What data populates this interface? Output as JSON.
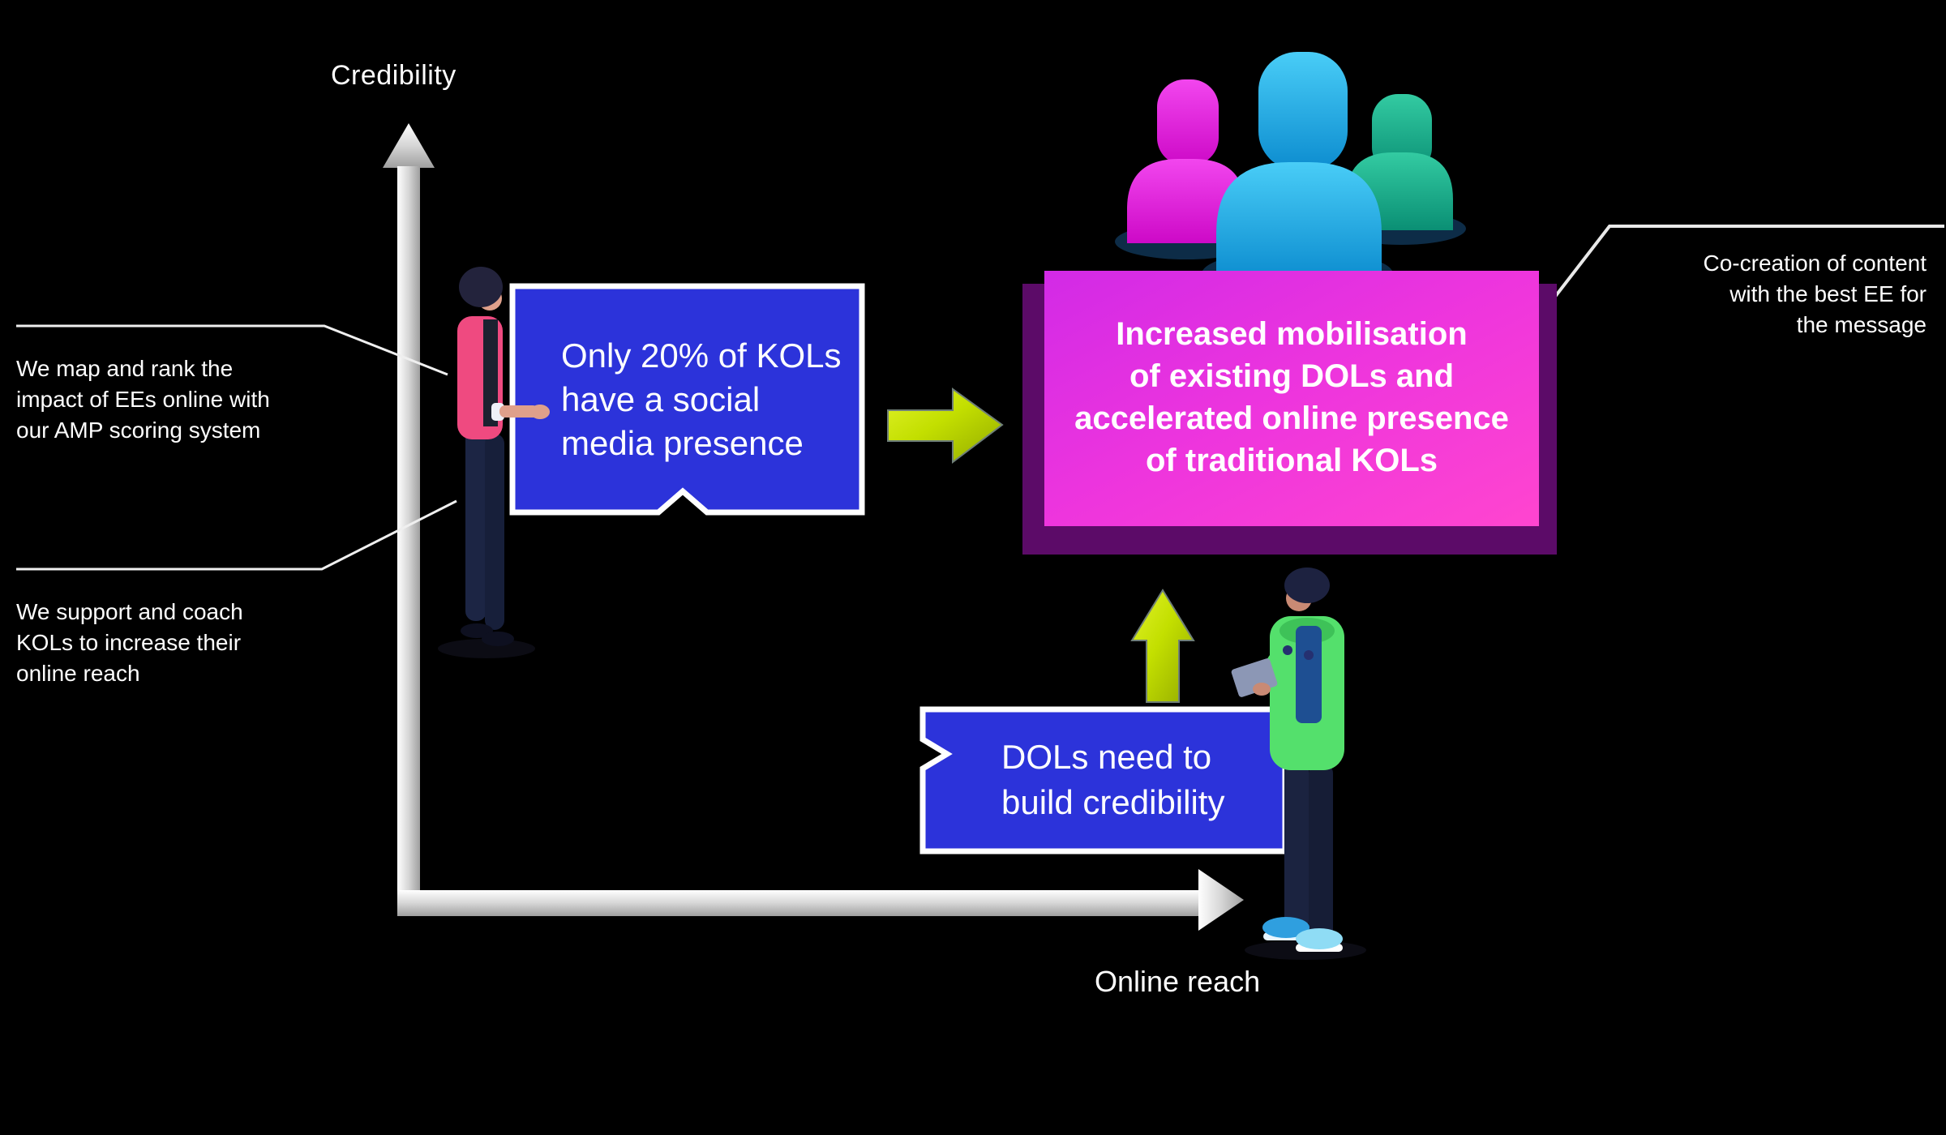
{
  "diagram": {
    "y_axis_label": "Credibility",
    "x_axis_label": "Online reach"
  },
  "notes": {
    "map_rank": {
      "lines": [
        "We map and rank the",
        "impact of EEs online with",
        "our AMP scoring system"
      ]
    },
    "support_coach": {
      "lines": [
        "We support and coach",
        "KOLs to increase their",
        "online reach"
      ]
    },
    "co_creation": {
      "lines": [
        "Co-creation of content",
        "with the best EE for",
        "the message"
      ]
    }
  },
  "boxes": {
    "kol_stat": {
      "lines": [
        "Only 20% of KOLs",
        "have a social",
        "media presence"
      ],
      "fill": "#2c33da",
      "border": "#ffffff"
    },
    "outcome": {
      "lines": [
        "Increased mobilisation",
        "of existing DOLs and",
        "accelerated online presence",
        "of traditional KOLs"
      ],
      "fill_start": "#d22ae6",
      "fill_end": "#ff45cf",
      "side_color": "#5c0b68"
    },
    "dol_need": {
      "lines": [
        "DOLs need to",
        "build credibility"
      ],
      "fill": "#2c33da",
      "border": "#ffffff"
    }
  },
  "arrows": {
    "green": "#c3df00",
    "axis_silver": "#d6d6d6"
  },
  "people_icons": [
    {
      "name": "magenta-person",
      "color": "#e316dd"
    },
    {
      "name": "cyan-person",
      "color": "#14a3e6"
    },
    {
      "name": "teal-person",
      "color": "#0ba187"
    }
  ]
}
